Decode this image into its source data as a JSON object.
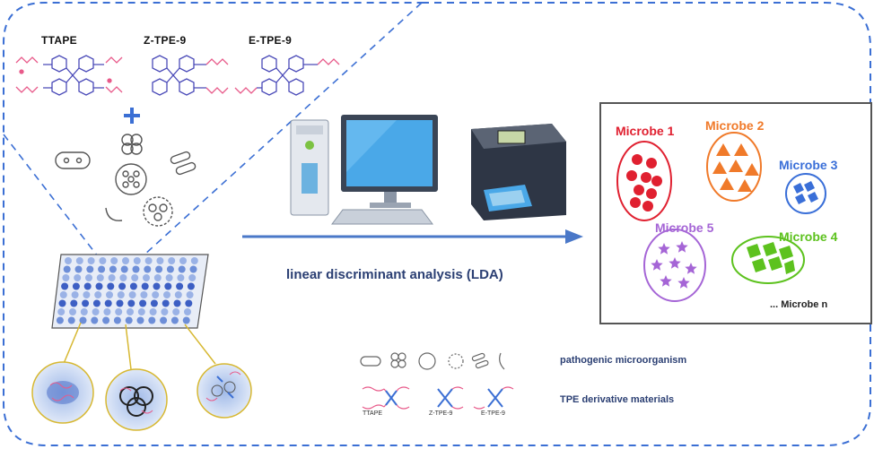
{
  "compounds": {
    "ttape": "TTAPE",
    "ztpe9": "Z-TPE-9",
    "etpe9": "E-TPE-9"
  },
  "lda_label": "linear discriminant analysis (LDA)",
  "legend": {
    "pathogen_label": "pathogenic microorganism",
    "tpe_label": "TPE derivative materials",
    "mini": {
      "ttape": "TTAPE",
      "ztpe9": "Z-TPE-9",
      "etpe9": "E-TPE-9"
    }
  },
  "microbes": [
    {
      "label": "Microbe 1",
      "color": "#e02030"
    },
    {
      "label": "Microbe 2",
      "color": "#f07a2a"
    },
    {
      "label": "Microbe 3",
      "color": "#3a6fd8"
    },
    {
      "label": "Microbe 4",
      "color": "#5dc21e"
    },
    {
      "label": "Microbe 5",
      "color": "#a565d6"
    }
  ],
  "microbe_n": "... Microbe n",
  "colors": {
    "dash_frame": "#3b6fd4",
    "arrow": "#4a78c8",
    "title_blue": "#2b3f73"
  }
}
